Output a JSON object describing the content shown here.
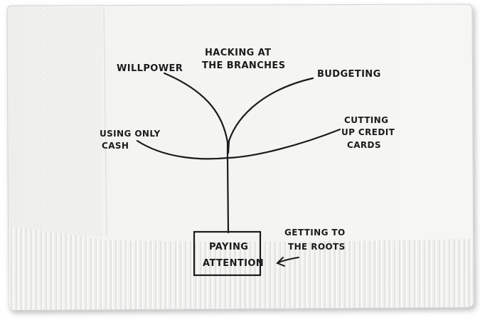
{
  "diagram": {
    "labels": {
      "willpower": "WILLPOWER",
      "hacking_line1": "HACKING AT",
      "hacking_line2": "THE BRANCHES",
      "budgeting": "BUDGETING",
      "cash_line1": "USING ONLY",
      "cash_line2": "CASH",
      "cards_line1": "CUTTING",
      "cards_line2": "UP CREDIT",
      "cards_line3": "CARDS",
      "paying_line1": "PAYING",
      "paying_line2": "ATTENTION",
      "roots_line1": "GETTING TO",
      "roots_line2": "THE ROOTS"
    },
    "colors": {
      "ink": "#1b1b1b",
      "napkin": "#f4f4f2",
      "napkin_shadow": "#d9d9d6",
      "fold": "#e7e7e4"
    }
  }
}
